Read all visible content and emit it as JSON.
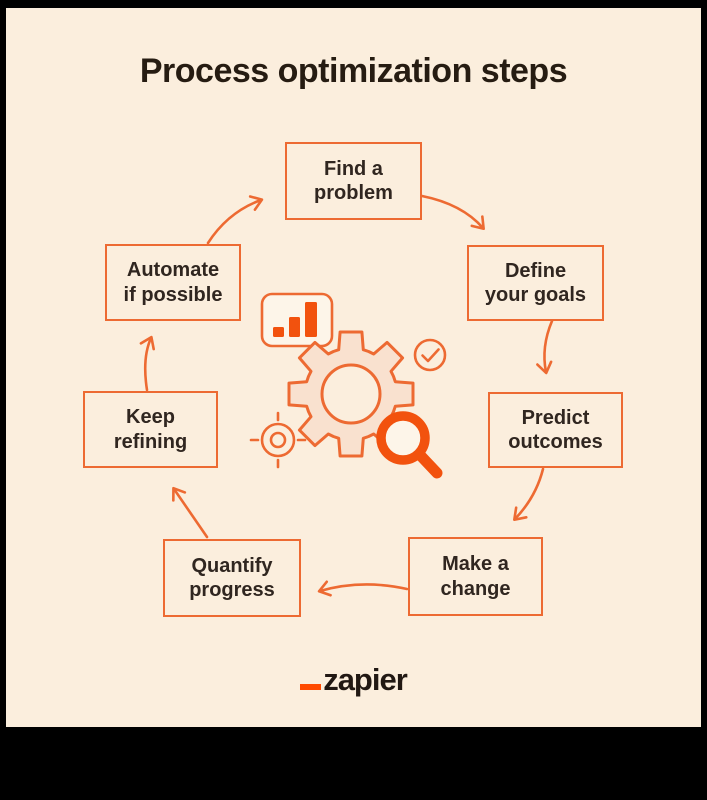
{
  "page": {
    "title": "Process optimization steps",
    "background_color": "#000000",
    "panel_color": "#FBEEDD",
    "accent_color": "#ED6A32",
    "bright_orange": "#F2520E",
    "text_color": "#302620"
  },
  "steps": [
    {
      "id": "find-a-problem",
      "label": "Find a problem",
      "line1": "Find a",
      "line2": "problem"
    },
    {
      "id": "define-your-goals",
      "label": "Define your goals",
      "line1": "Define",
      "line2": "your goals"
    },
    {
      "id": "predict-outcomes",
      "label": "Predict outcomes",
      "line1": "Predict",
      "line2": "outcomes"
    },
    {
      "id": "make-a-change",
      "label": "Make a change",
      "line1": "Make a",
      "line2": "change"
    },
    {
      "id": "quantify-progress",
      "label": "Quantify progress",
      "line1": "Quantify",
      "line2": "progress"
    },
    {
      "id": "keep-refining",
      "label": "Keep refining",
      "line1": "Keep",
      "line2": "refining"
    },
    {
      "id": "automate-if-possible",
      "label": "Automate if possible",
      "line1": "Automate",
      "line2": "if possible"
    }
  ],
  "center_illustration": {
    "icons": [
      "bar-chart",
      "gear",
      "check-circle",
      "magnifying-glass",
      "crosshair-target"
    ],
    "gear_fill": "#F9E1CF",
    "card_fill": "#FDF5E9"
  },
  "footer": {
    "brand": "zapier",
    "underscore_color": "#FF4A00"
  }
}
